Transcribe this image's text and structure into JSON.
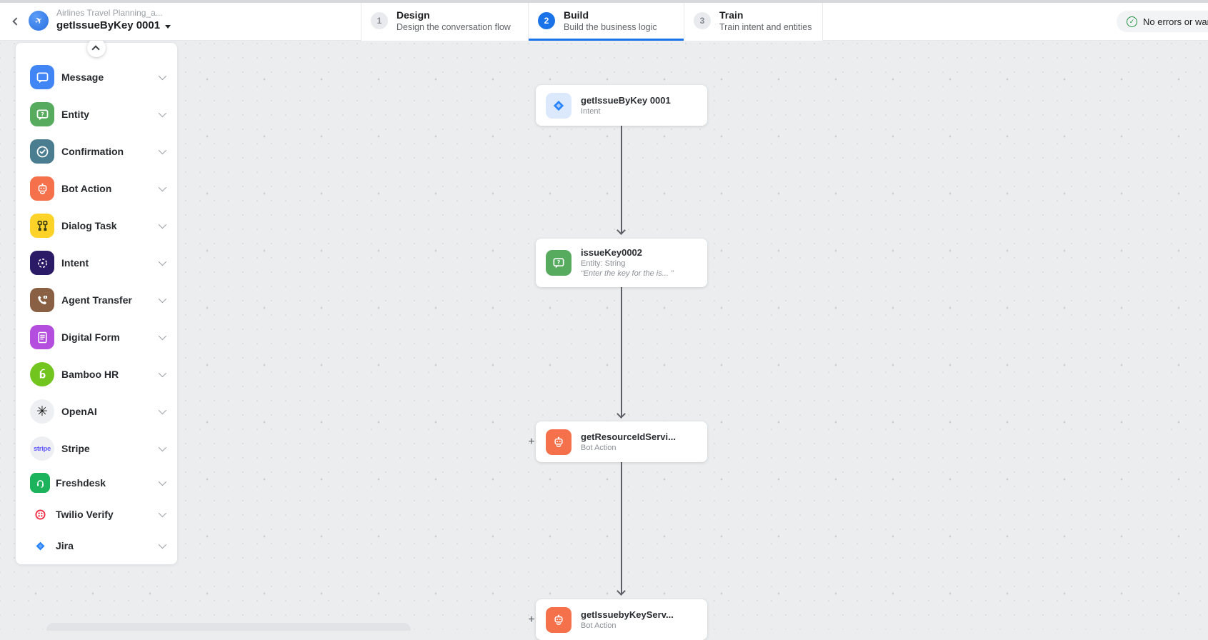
{
  "colors": {
    "accent": "#1a73e8",
    "success": "#1e8e3e",
    "connector": "#5c6066"
  },
  "header": {
    "project_name": "Airlines Travel Planning_a...",
    "task_name": "getIssueByKey 0001",
    "avatar_glyph": "✈",
    "steps": [
      {
        "num": "1",
        "label": "Design",
        "desc": "Design the conversation flow",
        "active": false
      },
      {
        "num": "2",
        "label": "Build",
        "desc": "Build the business logic",
        "active": true
      },
      {
        "num": "3",
        "label": "Train",
        "desc": "Train intent and entities",
        "active": false
      }
    ],
    "status_label": "No errors or warnings",
    "status_icon": "check-circle-icon"
  },
  "sidebar": {
    "items": [
      {
        "label": "Message",
        "icon": "message-icon",
        "color": "#4285f4",
        "shape": "rounded"
      },
      {
        "label": "Entity",
        "icon": "entity-icon",
        "color": "#56ab5f",
        "shape": "rounded"
      },
      {
        "label": "Confirmation",
        "icon": "confirmation-icon",
        "color": "#4a7d8f",
        "shape": "rounded"
      },
      {
        "label": "Bot Action",
        "icon": "bot-action-icon",
        "color": "#f4714b",
        "shape": "rounded"
      },
      {
        "label": "Dialog Task",
        "icon": "dialog-task-icon",
        "color": "#fdd32a",
        "shape": "rounded",
        "fg": "#3a3a12"
      },
      {
        "label": "Intent",
        "icon": "intent-icon",
        "color": "#2b1a66",
        "shape": "rounded"
      },
      {
        "label": "Agent Transfer",
        "icon": "agent-transfer-icon",
        "color": "#8a6044",
        "shape": "rounded"
      },
      {
        "label": "Digital Form",
        "icon": "digital-form-icon",
        "color": "#b44ede",
        "shape": "rounded"
      },
      {
        "label": "Bamboo HR",
        "icon": "bamboo-hr-icon",
        "color": "#72c41e",
        "shape": "circle"
      },
      {
        "label": "OpenAI",
        "icon": "openai-icon",
        "color": "#edeff2",
        "shape": "circle",
        "fg": "#191919"
      },
      {
        "label": "Stripe",
        "icon": "stripe-icon",
        "color": "#edeff2",
        "shape": "circle",
        "fg": "#635bff",
        "text": "stripe"
      },
      {
        "label": "Freshdesk",
        "icon": "freshdesk-icon",
        "color": "#1cb35c",
        "shape": "rounded",
        "size": 28,
        "compact": true
      },
      {
        "label": "Twilio Verify",
        "icon": "twilio-icon",
        "color": "#ffffff",
        "shape": "circle",
        "fg": "#f22f46",
        "size": 27,
        "compact": true
      },
      {
        "label": "Jira",
        "icon": "jira-icon",
        "color": "transparent",
        "shape": "plain",
        "fg": "#2684ff",
        "size": 24,
        "compact": true
      }
    ]
  },
  "canvas": {
    "nodes": [
      {
        "title": "getIssueByKey 0001",
        "subtitle": "Intent",
        "icon": "jira-node-icon",
        "icon_bg": "#dce8fb"
      },
      {
        "title": "issueKey0002",
        "subtitle": "Entity: String",
        "icon": "entity-icon",
        "icon_bg": "#56ab5f",
        "quote": "“Enter the key for the is... ”"
      },
      {
        "title": "getResourceIdServi...",
        "subtitle": "Bot Action",
        "icon": "bot-action-icon",
        "icon_bg": "#f4714b",
        "plus": "+"
      },
      {
        "title": "getIssuebyKeyServ...",
        "subtitle": "Bot Action",
        "icon": "bot-action-icon",
        "icon_bg": "#f4714b",
        "plus": "+"
      }
    ]
  }
}
